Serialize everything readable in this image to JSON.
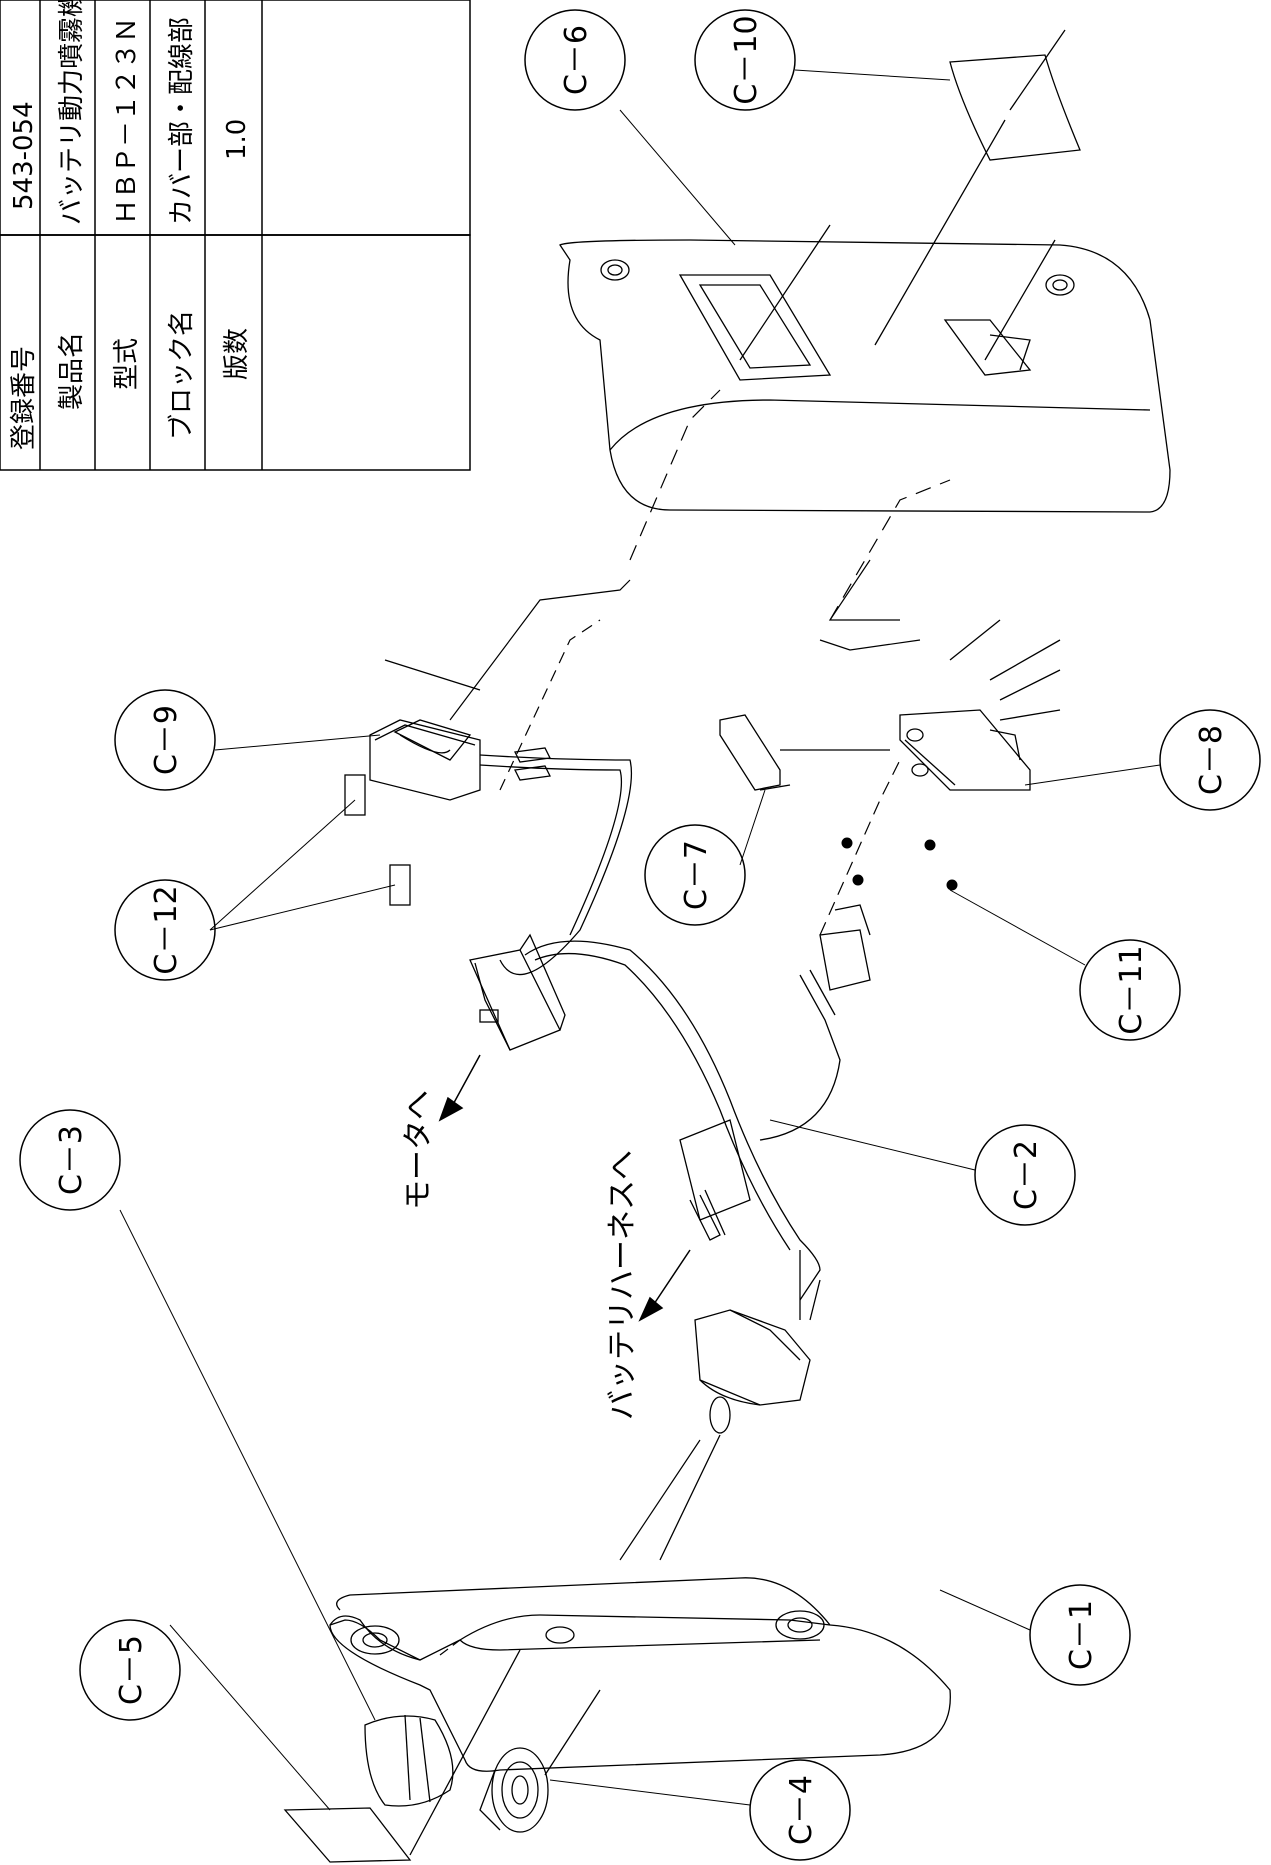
{
  "title_block": {
    "rows": [
      {
        "label": "登録番号",
        "value": "543-054"
      },
      {
        "label": "製品名",
        "value": "バッテリ動力噴霧機"
      },
      {
        "label": "型式",
        "value": "ＨＢＰ－１２３Ｎ"
      },
      {
        "label": "ブロック名",
        "value": "カバー部・配線部"
      },
      {
        "label": "版数",
        "value": "1.0"
      }
    ]
  },
  "callouts": {
    "c1": "C－1",
    "c2": "C－2",
    "c3": "C－3",
    "c4": "C－4",
    "c5": "C－5",
    "c6": "C－6",
    "c7": "C－7",
    "c8": "C－8",
    "c9": "C－9",
    "c10": "C－10",
    "c11": "C－11",
    "c12": "C－12"
  },
  "annotations": {
    "to_motor": "モータへ",
    "to_battery_harness": "バッテリハーネスへ"
  }
}
